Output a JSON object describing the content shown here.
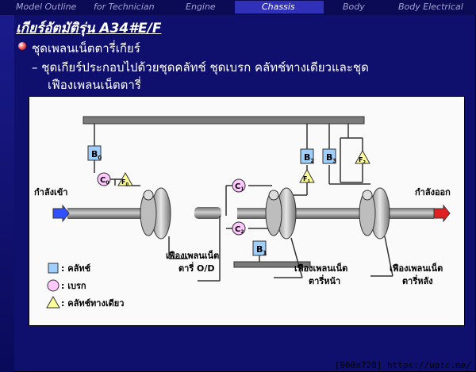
{
  "nav": {
    "items": [
      "Model Outline",
      "for Technician",
      "Engine",
      "Chassis",
      "Body",
      "Body Electrical"
    ],
    "active": "Chassis"
  },
  "title": "เกียร์อัตมัติรุ่น A34#E/F",
  "bullet1": "ชุดเพลนเน็ตตารี่เกียร์",
  "bullet2_line1": "–  ชุดเกียร์ประกอบไปด้วยชุดคลัทช์ ชุดเบรก คลัทช์ทางเดียวและชุด",
  "bullet2_line2": "เฟืองเพลนเน็ตตารี่",
  "diagram": {
    "input_label": "กำลังเข้า",
    "output_label": "กำลังออก",
    "labels": {
      "B0": "B",
      "B0_sub": "0",
      "C0": "C",
      "C0_sub": "0",
      "F0": "F",
      "F0_sub": "0",
      "C1": "C",
      "C1_sub": "1",
      "C2": "C",
      "C2_sub": "2",
      "B1": "B",
      "B1_sub": "1",
      "B2": "B",
      "B2_sub": "2",
      "B3": "B",
      "B3_sub": "3",
      "F1": "F",
      "F1_sub": "1",
      "F2": "F",
      "F2_sub": "2"
    },
    "gear_od_line1": "เฟืองเพลนเน็ต",
    "gear_od_line2": "ตารี่ O/D",
    "gear_front_line1": "เฟืองเพลนเน็ต",
    "gear_front_line2": "ตารี่หน้า",
    "gear_rear_line1": "เฟืองเพลนเน็ต",
    "gear_rear_line2": "ตารี่หลัง",
    "legend": {
      "clutch": ": คลัทช์",
      "brake": ": เบรก",
      "oneway": ": คลัทช์ทางเดียว"
    },
    "colors": {
      "clutch": "#9fcfff",
      "brake": "#ffc8ff",
      "oneway": "#ffff99",
      "arrow_in": "#3050ff",
      "arrow_out": "#e02020"
    }
  },
  "watermark": "[960x720] https://upic.me/"
}
